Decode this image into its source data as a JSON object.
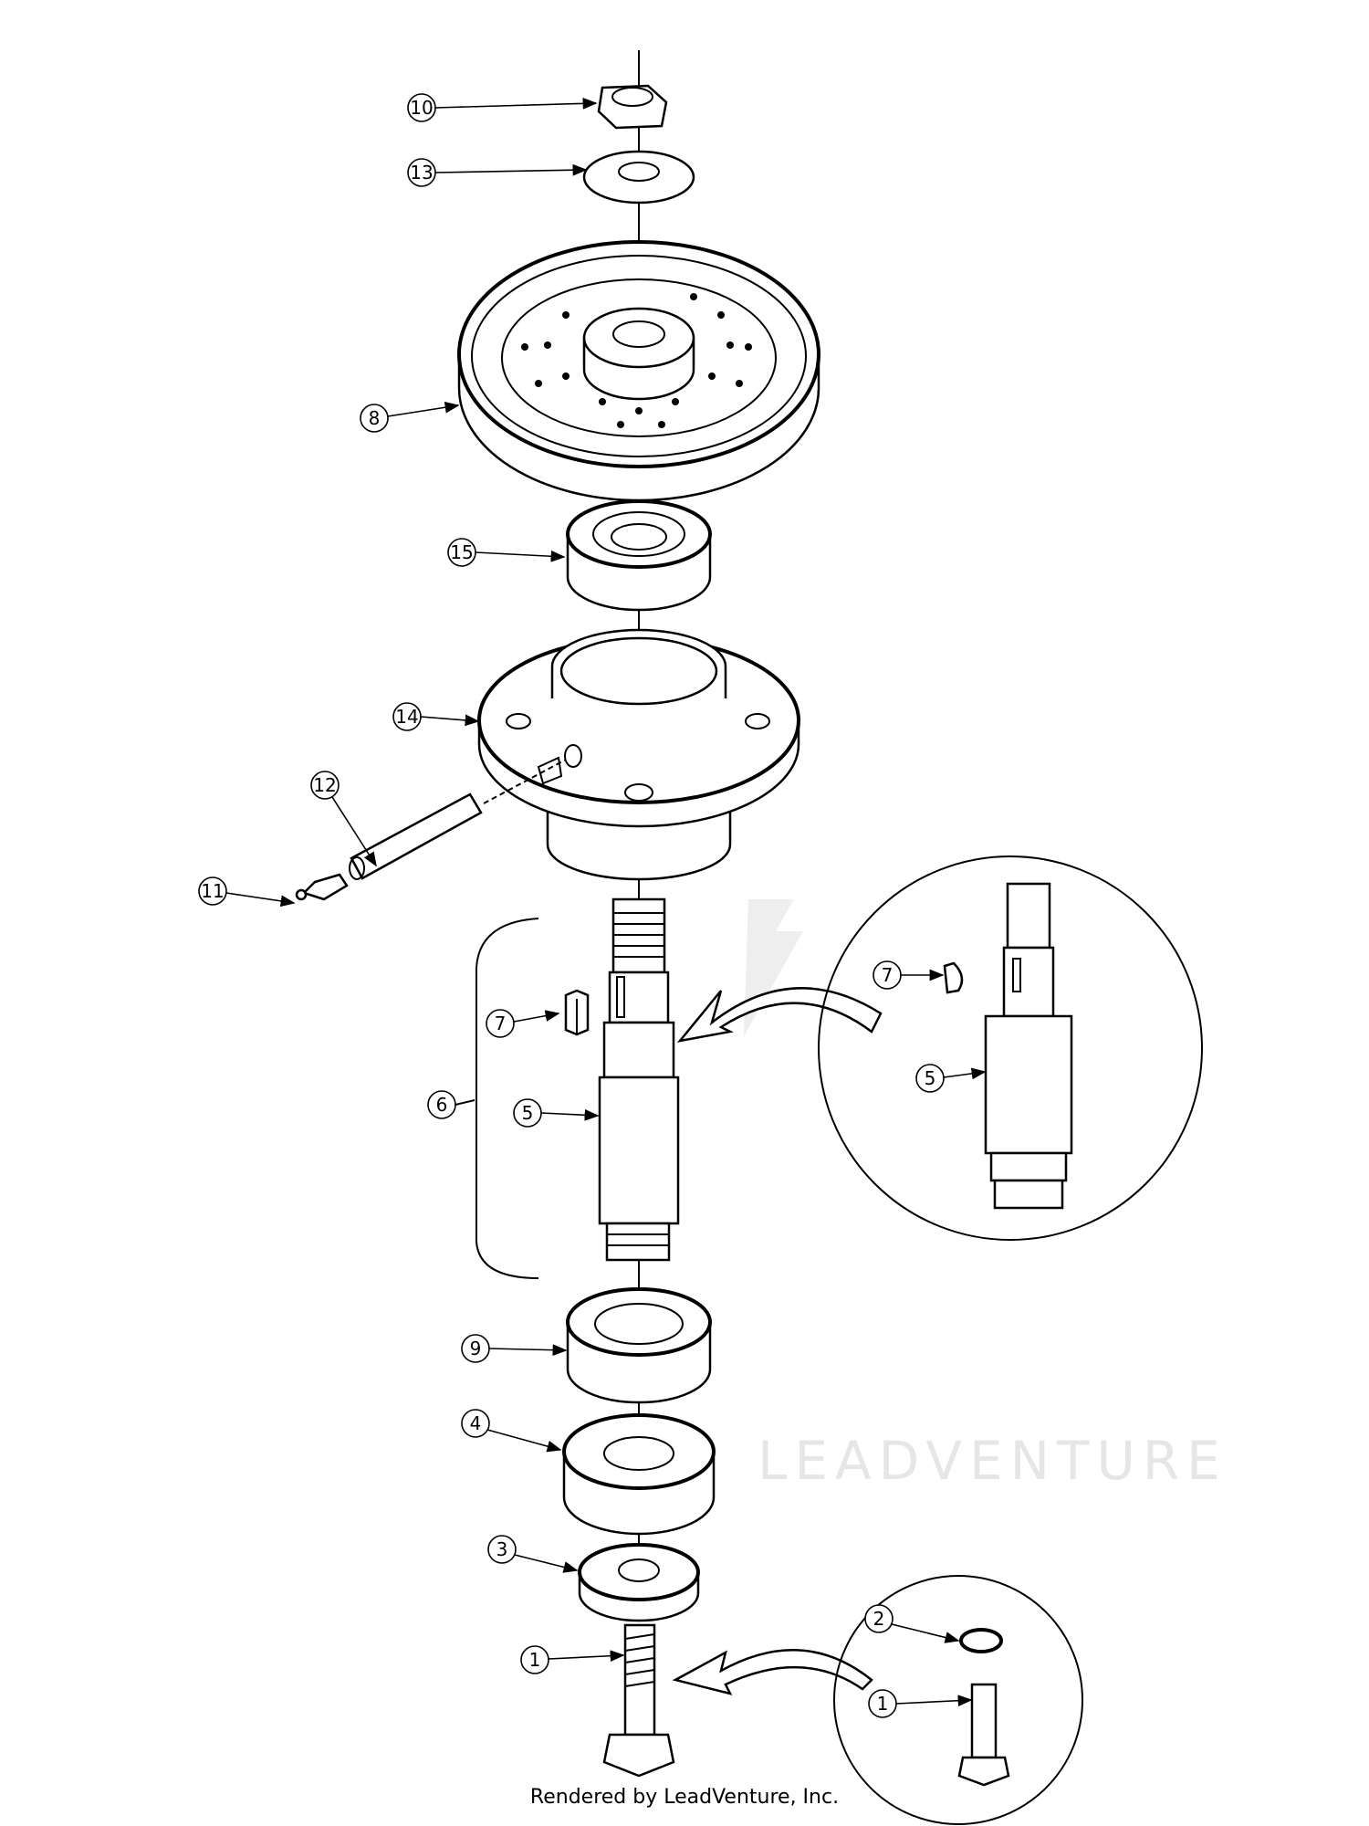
{
  "diagram": {
    "watermark": "LEADVENTURE",
    "callouts": {
      "nut": "10",
      "washer_top": "13",
      "pulley": "8",
      "bearing_top": "15",
      "housing": "14",
      "grease_tube": "12",
      "grease_fitting": "11",
      "key_left": "7",
      "shaft_assembly": "6",
      "shaft_left": "5",
      "key_detail": "7",
      "shaft_detail": "5",
      "bearing_bottom": "9",
      "spacer": "4",
      "washer_bottom": "3",
      "bolt": "1",
      "lock_washer_detail": "2",
      "bolt_detail": "1"
    }
  },
  "footer": "Rendered by LeadVenture, Inc."
}
